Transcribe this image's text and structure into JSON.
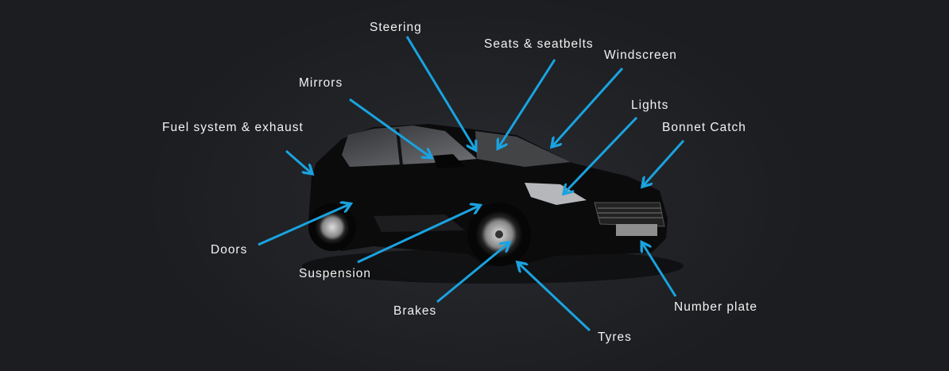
{
  "accent_color": "#1aa3e0",
  "labels": {
    "steering": "Steering",
    "seats": "Seats & seatbelts",
    "windscreen": "Windscreen",
    "mirrors": "Mirrors",
    "lights": "Lights",
    "bonnet": "Bonnet Catch",
    "fuel": "Fuel system & exhaust",
    "doors": "Doors",
    "suspension": "Suspension",
    "brakes": "Brakes",
    "tyres": "Tyres",
    "number_plate": "Number plate"
  }
}
